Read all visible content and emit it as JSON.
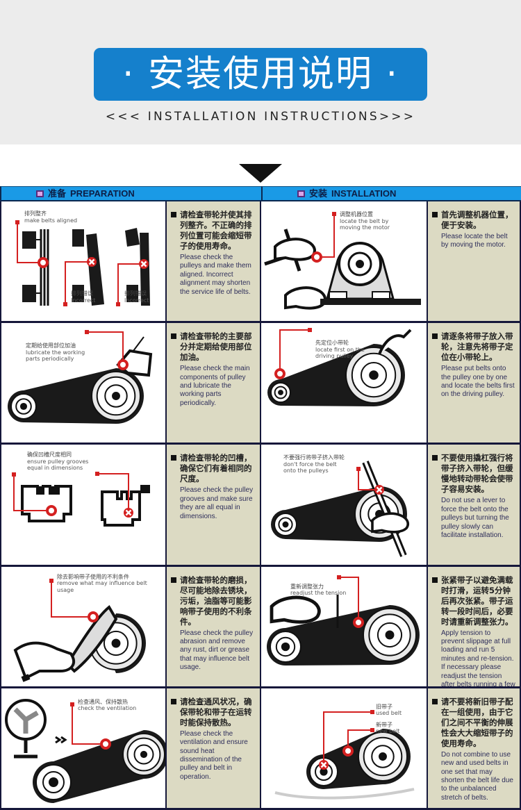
{
  "header": {
    "title": "· 安装使用说明 ·",
    "subtitle": "<<< INSTALLATION INSTRUCTIONS>>>"
  },
  "sections": [
    {
      "zh": "准备",
      "en": "PREPARATION"
    },
    {
      "zh": "安装",
      "en": "INSTALLATION"
    }
  ],
  "colors": {
    "banner": "#1580cc",
    "section_bar": "#1a9ae6",
    "text_panel": "#dcdac3",
    "marker": "#d42020"
  },
  "preparation": [
    {
      "labels": [
        {
          "zh": "排列整齐",
          "en": "make belts aligned"
        },
        {
          "zh": "排列错误",
          "en": "Incorrect"
        },
        {
          "zh": "排列错误",
          "en": "Incorrect"
        }
      ],
      "zh": "请检查带轮并使其排列整齐。不正确的排列位置可能会缩短带子的使用寿命。",
      "en": "Please check the pulleys and make them aligned. Incorrect alignment may shorten the service life of belts."
    },
    {
      "labels": [
        {
          "zh": "定期给使用部位加油",
          "en": "lubricate the working parts periodically"
        }
      ],
      "zh": "请检查带轮的主要部分并定期给使用部位加油。",
      "en": "Please check the main components of pulley and lubricate the working parts periodically."
    },
    {
      "labels": [
        {
          "zh": "确保凹槽尺度相同",
          "en": "ensure pulley grooves equal in dimensions"
        }
      ],
      "zh": "请检查带轮的凹槽，确保它们有着相同的尺度。",
      "en": "Please check the pulley grooves and make sure they are all equal in dimensions."
    },
    {
      "labels": [
        {
          "zh": "除去影响带子使用的不利条件",
          "en": "remove what may influence belt usage"
        }
      ],
      "zh": "请检查带轮的磨损，尽可能地除去锈块，污垢，油脂等可能影响带子使用的不利条件。",
      "en": "Please check the pulley abrasion and remove any rust, dirt or grease that may influence belt usage."
    },
    {
      "labels": [
        {
          "zh": "检查通风、保持散热",
          "en": "check the ventilation"
        }
      ],
      "zh": "请检查通风状况，确保带轮和带子在运转时能保持散热。",
      "en": "Please check the ventilation and ensure sound heat dissemination of the pulley and belt in operation."
    }
  ],
  "installation": [
    {
      "labels": [
        {
          "zh": "调整机器位置",
          "en": "locate the belt by moving the motor"
        }
      ],
      "zh": "首先调整机器位置，便于安装。",
      "en": "Please locate the belt by moving the motor."
    },
    {
      "labels": [
        {
          "zh": "先定位小带轮",
          "en": "locate first on the driving pulley"
        }
      ],
      "zh": "请逐条将带子放入带轮，注意先将带子定位在小带轮上。",
      "en": "Please put belts onto the pulley one by one and locate the belts first on the driving pulley."
    },
    {
      "labels": [
        {
          "zh": "不要强行将带子挤入带轮",
          "en": "don't force the belt onto the pulleys"
        }
      ],
      "zh": "不要使用撬杠强行将带子挤入带轮，但缓慢地转动带轮会使带子容易安装。",
      "en": "Do not use a lever to force the belt onto the pulleys but turning the pulley slowly can facilitate installation."
    },
    {
      "labels": [
        {
          "zh": "重新调整张力",
          "en": "readjust the tension"
        }
      ],
      "zh": "张紧带子以避免满载时打滑，运转5分钟后再次张紧。带子运转一段时间后，必要时请重新调整张力。",
      "en": "Apply tension to prevent slippage at full loading and run 5 minutes and re-tension. If necessary please readjust the tension after belts running a few days."
    },
    {
      "labels": [
        {
          "zh": "旧带子",
          "en": "used belt"
        },
        {
          "zh": "新带子",
          "en": "new belt"
        }
      ],
      "zh": "请不要将新旧带子配在一组使用，由于它们之间不平衡的伸展性会大大缩短带子的使用寿命。",
      "en": "Do not combine to use new and used belts in one set that may shorten the belt life due to the unbalanced stretch of belts."
    }
  ]
}
